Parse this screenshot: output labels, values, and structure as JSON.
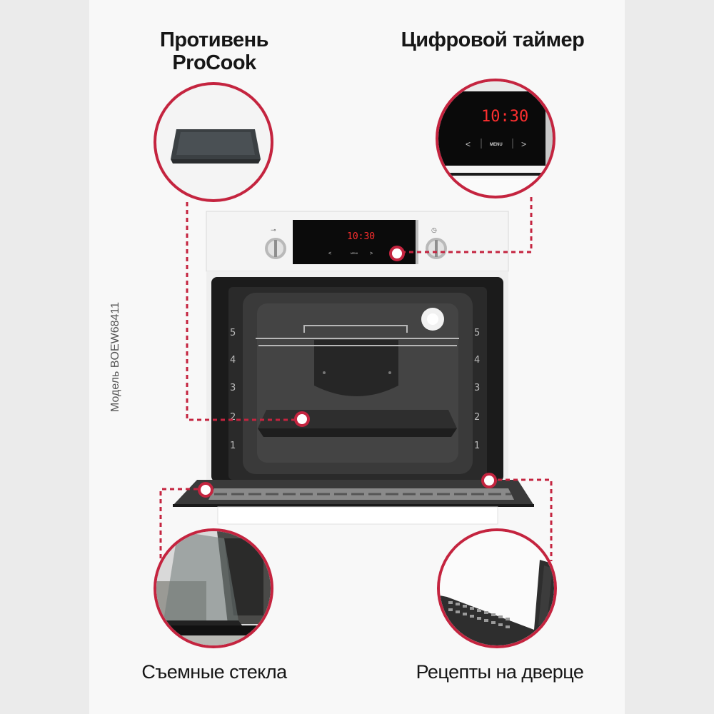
{
  "labels": {
    "tray": "Противень ProCook",
    "timer": "Цифровой таймер",
    "glass": "Съемные стекла",
    "recipes": "Рецепты на дверце"
  },
  "model": "Модель BOEW68411",
  "display": {
    "time": "10:30",
    "menu": "MENU",
    "left": "<",
    "right": ">"
  },
  "rack_numbers": [
    "5",
    "4",
    "3",
    "2",
    "1"
  ],
  "colors": {
    "accent": "#c4243f",
    "display_red": "#ff2f2f",
    "panel_black": "#0b0b0b",
    "background": "#ebebeb"
  }
}
